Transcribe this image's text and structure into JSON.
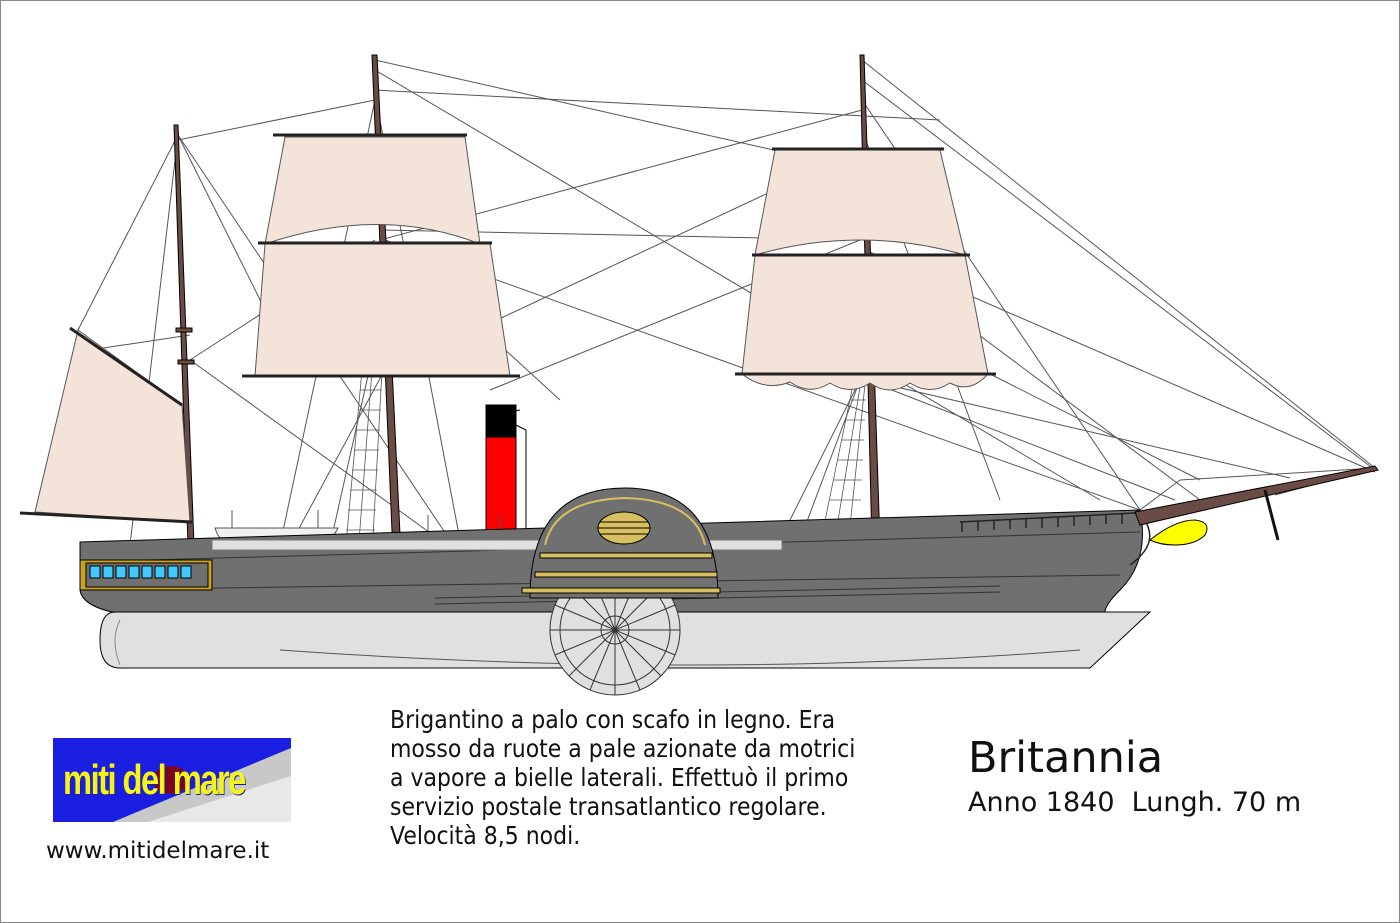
{
  "logo": {
    "text": "miti del mare"
  },
  "website": "www.mitidelmare.it",
  "description": [
    "Brigantino a palo con scafo in legno. Era",
    "mosso da ruote a pale azionate da motrici",
    "a vapore a bielle laterali. Effettuò il primo",
    "servizio postale transatlantico regolare.",
    "Velocità 8,5 nodi."
  ],
  "ship": {
    "name": "Britannia",
    "details": "Anno 1840  Lungh. 70 m"
  },
  "colors": {
    "sail": "#f3e3d9",
    "hull": "#707070",
    "underwater": "#e0e0e0",
    "mast": "#6b4c45",
    "funnel_red": "#ff0000",
    "funnel_black": "#000000",
    "trim_gold": "#d8c060",
    "figurehead": "#ffff00",
    "portholes": "#40c8ff",
    "logo_blue": "#1a1ee0",
    "logo_text": "#f4f41a"
  }
}
